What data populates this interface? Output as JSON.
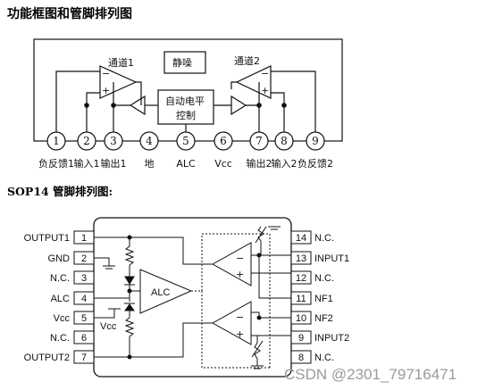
{
  "titles": {
    "block_diagram": "功能框图和管脚排列图",
    "sop14": "SOP14 管脚排列图:"
  },
  "block_diagram": {
    "channel1": "通道1",
    "channel2": "通道2",
    "mute": "静噪",
    "agc_line1": "自动电平",
    "agc_line2": "控制",
    "pins": [
      {
        "num": "1",
        "label": "负反馈1"
      },
      {
        "num": "2",
        "label": "输入1"
      },
      {
        "num": "3",
        "label": "输出1"
      },
      {
        "num": "4",
        "label": "地"
      },
      {
        "num": "5",
        "label": "ALC"
      },
      {
        "num": "6",
        "label": "Vcc"
      },
      {
        "num": "7",
        "label": "输出2"
      },
      {
        "num": "8",
        "label": "输入2"
      },
      {
        "num": "9",
        "label": "负反馈2"
      }
    ]
  },
  "sop14": {
    "alc_block": "ALC",
    "vcc_internal": "Vcc",
    "left_pins": [
      {
        "num": "1",
        "label": "OUTPUT1"
      },
      {
        "num": "2",
        "label": "GND"
      },
      {
        "num": "3",
        "label": "N.C."
      },
      {
        "num": "4",
        "label": "ALC"
      },
      {
        "num": "5",
        "label": "Vcc"
      },
      {
        "num": "6",
        "label": "N.C."
      },
      {
        "num": "7",
        "label": "OUTPUT2"
      }
    ],
    "right_pins": [
      {
        "num": "14",
        "label": "N.C."
      },
      {
        "num": "13",
        "label": "INPUT1"
      },
      {
        "num": "12",
        "label": "N.C."
      },
      {
        "num": "11",
        "label": "NF1"
      },
      {
        "num": "10",
        "label": "NF2"
      },
      {
        "num": "9",
        "label": "INPUT2"
      },
      {
        "num": "8",
        "label": "N.C."
      }
    ]
  },
  "watermark": "CSDN @2301_79716471"
}
